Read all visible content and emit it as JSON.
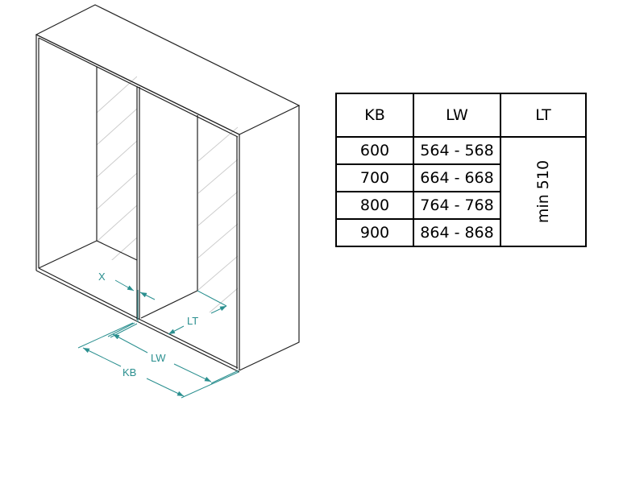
{
  "diagram": {
    "dimension_labels": {
      "x": "X",
      "lt": "LT",
      "lw": "LW",
      "kb": "KB"
    },
    "dimension_color": "#2a8f8f"
  },
  "table": {
    "headers": [
      "KB",
      "LW",
      "LT"
    ],
    "rows": [
      {
        "kb": "600",
        "lw": "564 - 568"
      },
      {
        "kb": "700",
        "lw": "664 - 668"
      },
      {
        "kb": "800",
        "lw": "764 - 768"
      },
      {
        "kb": "900",
        "lw": "864 - 868"
      }
    ],
    "lt_value": "min 510"
  }
}
